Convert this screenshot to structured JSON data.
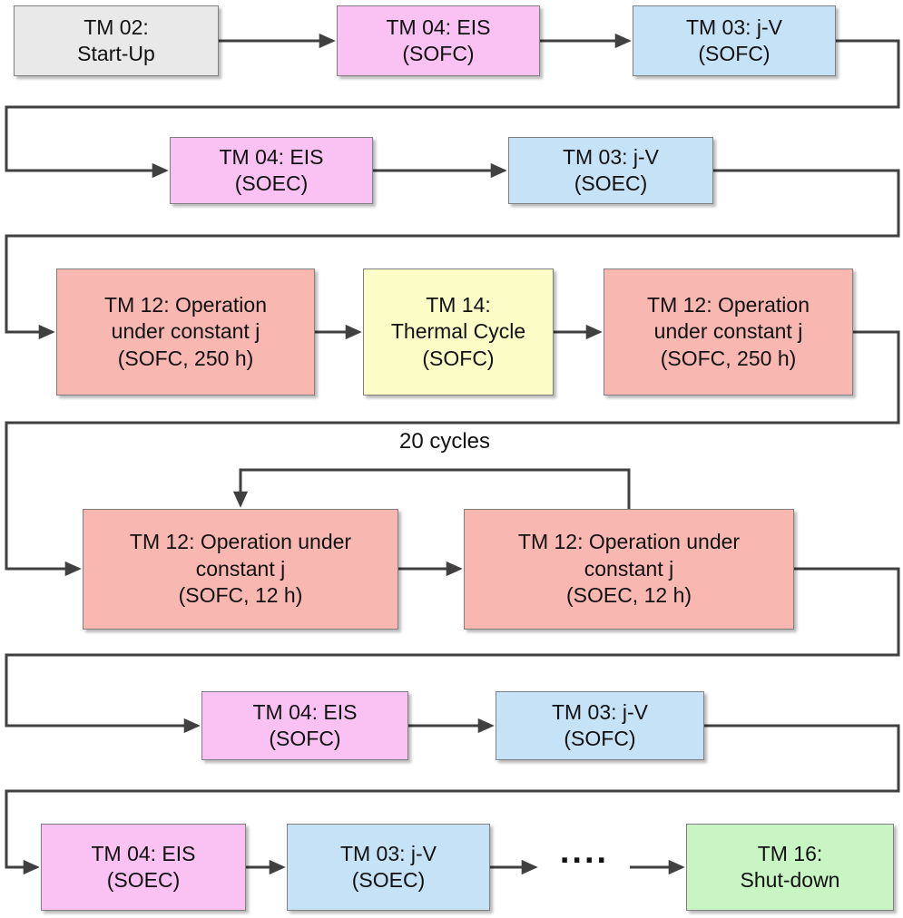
{
  "figure": {
    "type": "flowchart",
    "description": "Test module (TM) sequence for SOFC/SOEC cell testing from start-up to shut-down"
  },
  "colors": {
    "startup": "#e9e9e9",
    "eis": "#f9c2f2",
    "jv": "#c5e2f7",
    "operation": "#f9b7b2",
    "thermal": "#fbfcc6",
    "shutdown": "#c9f4c3",
    "line": "#404040"
  },
  "nodes": {
    "tm02_startup": "TM 02:\nStart-Up",
    "tm04_eis_sofc_a": "TM 04: EIS\n(SOFC)",
    "tm03_jv_sofc_a": "TM 03: j-V\n(SOFC)",
    "tm04_eis_soec_a": "TM 04: EIS\n(SOEC)",
    "tm03_jv_soec_a": "TM 03: j-V\n(SOEC)",
    "tm12_sofc_250_a": "TM 12: Operation\nunder constant j\n(SOFC, 250 h)",
    "tm14_thermal": "TM 14:\nThermal Cycle\n(SOFC)",
    "tm12_sofc_250_b": "TM 12: Operation\nunder constant j\n(SOFC, 250 h)",
    "tm12_sofc_12h": "TM 12: Operation under\nconstant j\n(SOFC, 12 h)",
    "tm12_soec_12h": "TM 12: Operation under\nconstant j\n(SOEC, 12 h)",
    "tm04_eis_sofc_b": "TM 04: EIS\n(SOFC)",
    "tm03_jv_sofc_b": "TM 03: j-V\n(SOFC)",
    "tm04_eis_soec_b": "TM 04: EIS\n(SOEC)",
    "tm03_jv_soec_b": "TM 03: j-V\n(SOEC)",
    "tm16_shutdown": "TM 16:\nShut-down"
  },
  "annotations": {
    "loop_label": "20 cycles",
    "ellipsis": "...."
  },
  "edges": [
    {
      "from": "tm02_startup",
      "to": "tm04_eis_sofc_a"
    },
    {
      "from": "tm04_eis_sofc_a",
      "to": "tm03_jv_sofc_a"
    },
    {
      "from": "tm03_jv_sofc_a",
      "to": "tm04_eis_soec_a"
    },
    {
      "from": "tm04_eis_soec_a",
      "to": "tm03_jv_soec_a"
    },
    {
      "from": "tm03_jv_soec_a",
      "to": "tm12_sofc_250_a"
    },
    {
      "from": "tm12_sofc_250_a",
      "to": "tm14_thermal"
    },
    {
      "from": "tm14_thermal",
      "to": "tm12_sofc_250_b"
    },
    {
      "from": "tm12_sofc_250_b",
      "to": "tm12_sofc_12h"
    },
    {
      "from": "tm12_sofc_12h",
      "to": "tm12_soec_12h"
    },
    {
      "from": "tm12_soec_12h",
      "to": "tm12_sofc_12h",
      "type": "loop",
      "label": "20 cycles"
    },
    {
      "from": "tm12_soec_12h",
      "to": "tm04_eis_sofc_b"
    },
    {
      "from": "tm04_eis_sofc_b",
      "to": "tm03_jv_sofc_b"
    },
    {
      "from": "tm03_jv_sofc_b",
      "to": "tm04_eis_soec_b"
    },
    {
      "from": "tm04_eis_soec_b",
      "to": "tm03_jv_soec_b"
    },
    {
      "from": "tm03_jv_soec_b",
      "to": "tm16_shutdown",
      "via": "ellipsis"
    }
  ]
}
